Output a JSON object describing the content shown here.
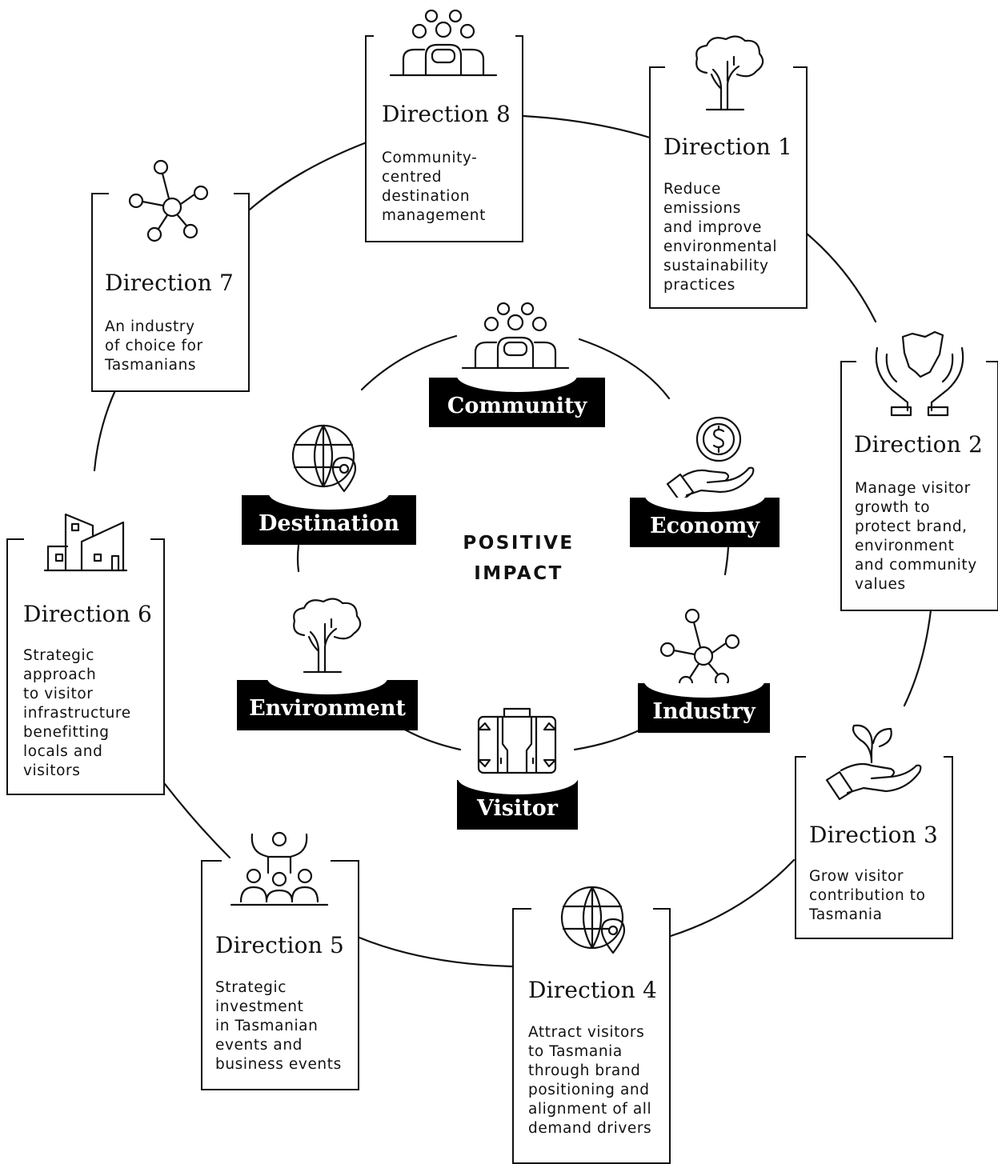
{
  "center": {
    "title": "POSITIVE IMPACT"
  },
  "pillars": [
    {
      "key": "community",
      "label": "Community",
      "icon": "people-group-icon"
    },
    {
      "key": "economy",
      "label": "Economy",
      "icon": "hand-coin-icon"
    },
    {
      "key": "industry",
      "label": "Industry",
      "icon": "network-nodes-icon"
    },
    {
      "key": "visitor",
      "label": "Visitor",
      "icon": "suitcase-icon"
    },
    {
      "key": "environment",
      "label": "Environment",
      "icon": "tree-icon"
    },
    {
      "key": "destination",
      "label": "Destination",
      "icon": "globe-pin-icon"
    }
  ],
  "directions": [
    {
      "title": "Direction 1",
      "description": "Reduce\nemissions\nand improve\nenvironmental\nsustainability\npractices",
      "icon": "tree-icon"
    },
    {
      "title": "Direction 2",
      "description": "Manage visitor\ngrowth to\nprotect brand,\nenvironment\nand community\nvalues",
      "icon": "hands-tasmania-icon"
    },
    {
      "title": "Direction 3",
      "description": "Grow visitor\ncontribution to\nTasmania",
      "icon": "hand-sprout-icon"
    },
    {
      "title": "Direction 4",
      "description": "Attract visitors\nto Tasmania\nthrough brand\npositioning and\nalignment of all\ndemand drivers",
      "icon": "globe-pin-icon"
    },
    {
      "title": "Direction 5",
      "description": "Strategic\ninvestment\nin Tasmanian\nevents and\nbusiness events",
      "icon": "audience-cheer-icon"
    },
    {
      "title": "Direction 6",
      "description": "Strategic\napproach\nto visitor\ninfrastructure\nbenefitting\nlocals and\nvisitors",
      "icon": "buildings-icon"
    },
    {
      "title": "Direction 7",
      "description": "An industry\nof choice for\nTasmanians",
      "icon": "network-nodes-icon"
    },
    {
      "title": "Direction 8",
      "description": "Community-\ncentred\ndestination\nmanagement",
      "icon": "people-group-icon"
    }
  ]
}
